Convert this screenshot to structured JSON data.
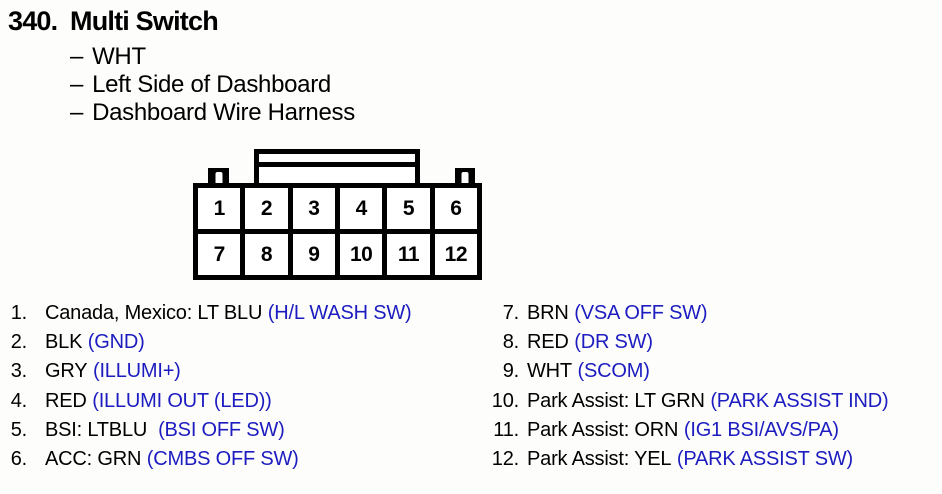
{
  "header": {
    "number": "340.",
    "title": "Multi Switch",
    "bullet": "–",
    "details": [
      "WHT",
      "Left Side of Dashboard",
      "Dashboard Wire Harness"
    ]
  },
  "connector": {
    "top_row": [
      "1",
      "2",
      "3",
      "4",
      "5",
      "6"
    ],
    "bottom_row": [
      "7",
      "8",
      "9",
      "10",
      "11",
      "12"
    ]
  },
  "pins": {
    "left": [
      {
        "num": "1.",
        "label": "Canada, Mexico: LT BLU",
        "signal": "(H/L WASH SW)"
      },
      {
        "num": "2.",
        "label": "BLK",
        "signal": "(GND)"
      },
      {
        "num": "3.",
        "label": "GRY",
        "signal": "(ILLUMI+)"
      },
      {
        "num": "4.",
        "label": "RED",
        "signal": "(ILLUMI OUT (LED))"
      },
      {
        "num": "5.",
        "label": "BSI: LTBLU",
        "signal": " (BSI OFF SW)"
      },
      {
        "num": "6.",
        "label": "ACC: GRN",
        "signal": "(CMBS OFF SW)"
      }
    ],
    "right": [
      {
        "num": "7.",
        "label": "BRN",
        "signal": "(VSA OFF SW)"
      },
      {
        "num": "8.",
        "label": "RED",
        "signal": "(DR SW)"
      },
      {
        "num": "9.",
        "label": "WHT",
        "signal": "(SCOM)"
      },
      {
        "num": "10.",
        "label": "Park Assist: LT GRN",
        "signal": "(PARK ASSIST IND)"
      },
      {
        "num": "11.",
        "label": "Park Assist: ORN",
        "signal": "(IG1 BSI/AVS/PA)"
      },
      {
        "num": "12.",
        "label": "Park Assist: YEL",
        "signal": "(PARK ASSIST SW)"
      }
    ]
  },
  "colors": {
    "signal_blue": "#1c1cc0",
    "text": "#000000",
    "background": "#fdfdfb"
  }
}
